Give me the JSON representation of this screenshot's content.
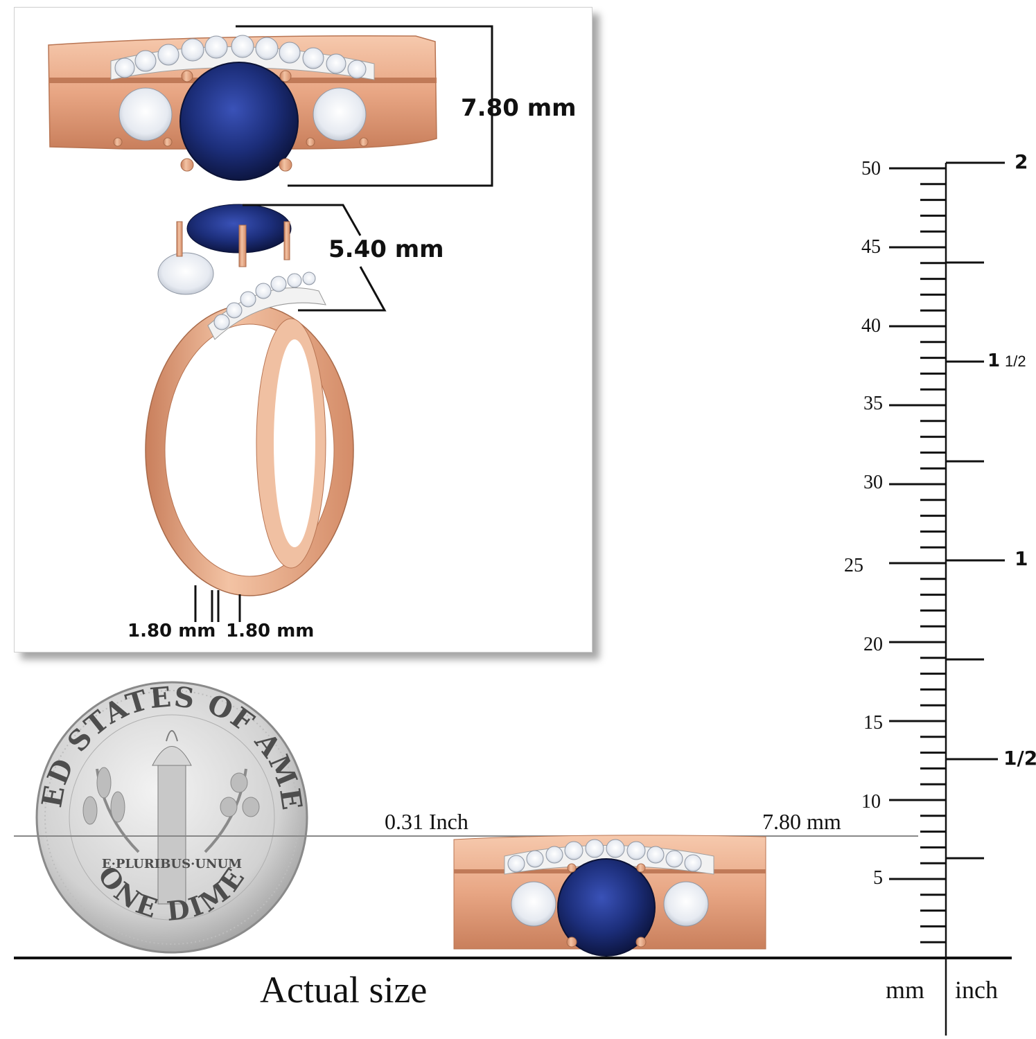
{
  "top_panel": {
    "height_label": "7.80 mm",
    "depth_label": "5.40 mm",
    "band_width_left": "1.80 mm",
    "band_width_right": "1.80 mm"
  },
  "coin": {
    "top_text": "UNITED STATES OF AMERICA",
    "motto": "E·PLURIBUS·UNUM",
    "bottom_text": "ONE DIME"
  },
  "comparison": {
    "inch_label": "0.31 Inch",
    "mm_label": "7.80 mm",
    "caption": "Actual size"
  },
  "ruler": {
    "mm_ticks": [
      "5",
      "10",
      "15",
      "20",
      "25",
      "30",
      "35",
      "40",
      "45",
      "50"
    ],
    "inch_ticks": {
      "half": "1/2",
      "one": "1",
      "one_whole": "1",
      "one_frac": "1/2",
      "two": "2"
    },
    "mm_unit": "mm",
    "inch_unit": "inch"
  },
  "colors": {
    "rose_gold": "#e8a684",
    "sapphire": "#1c2e7a",
    "diamond": "#eef1f6"
  }
}
